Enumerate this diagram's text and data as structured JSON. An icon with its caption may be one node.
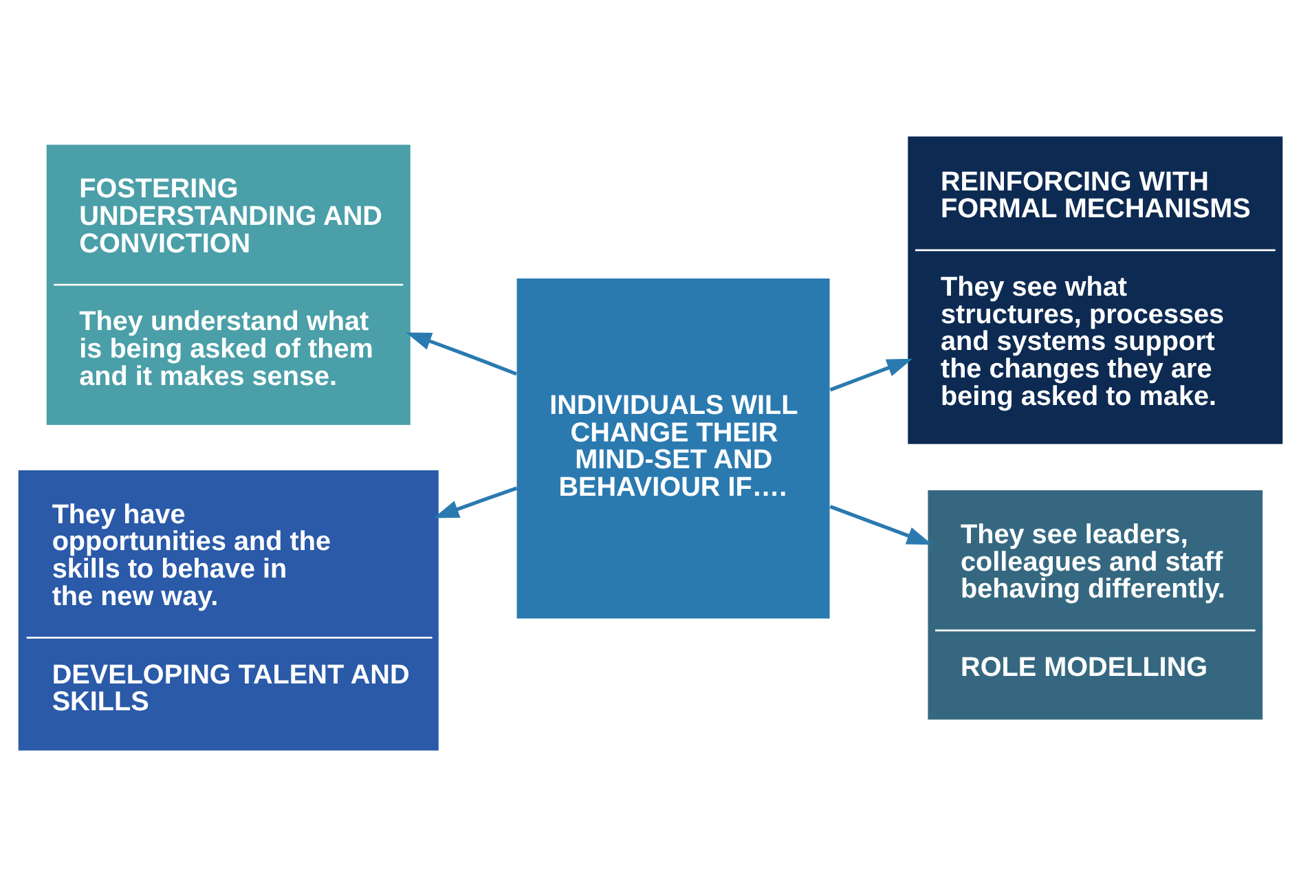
{
  "diagram": {
    "nodes": [
      {
        "text": [
          "FOSTERING UNDERSTANDING AND CONVICTION",
          "They understand what is being asked of them and it makes sense."
        ]
      },
      {
        "text": [
          "REINFORCING WITH FORMAL MECHANISMS",
          "They see what structures, processes and systems support the changes they are being asked to make."
        ]
      },
      {
        "text": [
          "INDIVIDUALS WILL CHANGE THEIR MIND-SET AND BEHAVIOUR IF…."
        ]
      },
      {
        "text": [
          "They have opportunities and the skills to behave in the new way.",
          "DEVELOPING TALENT AND SKILLS"
        ]
      },
      {
        "text": [
          "They see leaders, colleagues and staff behaving differently.",
          "ROLE MODELLING"
        ]
      }
    ],
    "edges": [
      {
        "from": 2,
        "to": 0,
        "arrow": "to"
      },
      {
        "from": 2,
        "to": 1,
        "arrow": "to"
      },
      {
        "from": 2,
        "to": 3,
        "arrow": "to"
      },
      {
        "from": 2,
        "to": 4,
        "arrow": "to"
      }
    ]
  }
}
